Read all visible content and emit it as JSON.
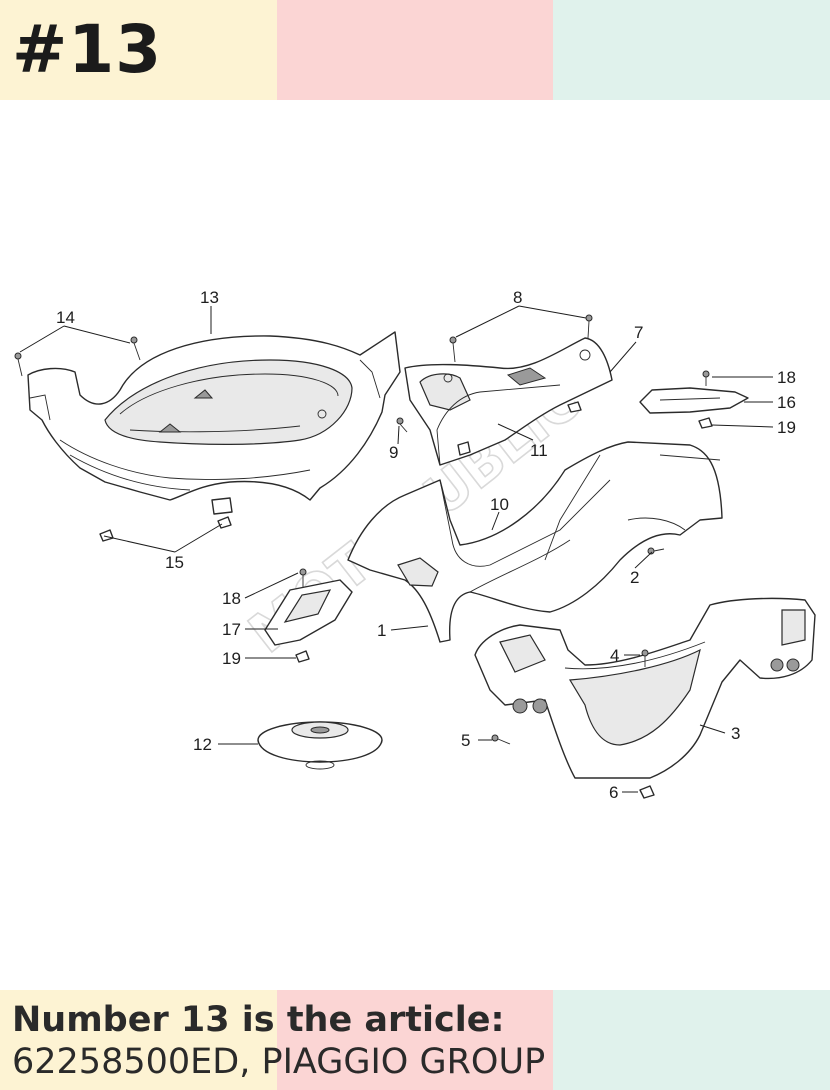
{
  "header": {
    "title": "#13"
  },
  "footer": {
    "line1": "Number 13 is the article:",
    "line2": "62258500ED, PIAGGIO GROUP"
  },
  "diagram": {
    "labels": {
      "l1": "1",
      "l2": "2",
      "l3": "3",
      "l4": "4",
      "l5": "5",
      "l6": "6",
      "l7": "7",
      "l8": "8",
      "l9": "9",
      "l10": "10",
      "l11": "11",
      "l12": "12",
      "l13": "13",
      "l14": "14",
      "l15": "15",
      "l16": "16",
      "l17": "17",
      "l18a": "18",
      "l18b": "18",
      "l19a": "19",
      "l19b": "19"
    },
    "watermark": "MOTOPUBLIC"
  },
  "colors": {
    "band_yellow": "#fdf3d3",
    "band_pink": "#fbd5d4",
    "band_mint": "#e0f2ec",
    "text": "#2a2a2a"
  }
}
